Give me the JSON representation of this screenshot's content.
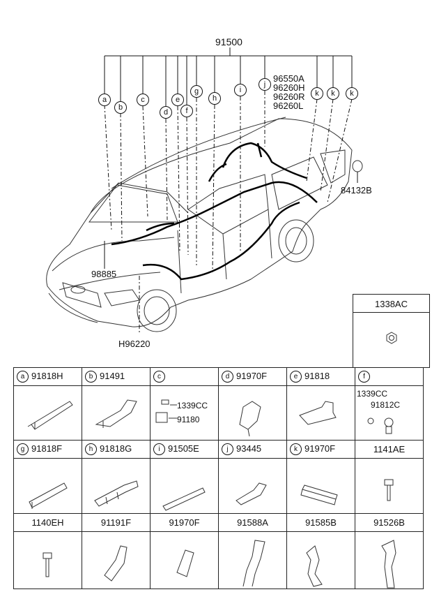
{
  "main_part": "91500",
  "callouts": [
    "a",
    "b",
    "c",
    "d",
    "e",
    "f",
    "g",
    "h",
    "i",
    "j",
    "k",
    "k",
    "k"
  ],
  "right_stack": [
    "96550A",
    "96260H",
    "96260R",
    "96260L"
  ],
  "labels": {
    "p84132b": "84132B",
    "p98885": "98885",
    "h96220": "H96220",
    "p1338ac": "1338AC"
  },
  "table": {
    "row1": [
      {
        "letter": "a",
        "part": "91818H"
      },
      {
        "letter": "b",
        "part": "91491"
      },
      {
        "letter": "c",
        "part": ""
      },
      {
        "letter": "d",
        "part": "91970F"
      },
      {
        "letter": "e",
        "part": "91818"
      },
      {
        "letter": "f",
        "part": ""
      }
    ],
    "row1_inner": {
      "c_top": "1339CC",
      "c_bottom": "91180",
      "f_top": "1339CC",
      "f_bottom": "91812C"
    },
    "row2": [
      {
        "letter": "g",
        "part": "91818F"
      },
      {
        "letter": "h",
        "part": "91818G"
      },
      {
        "letter": "i",
        "part": "91505E"
      },
      {
        "letter": "j",
        "part": "93445"
      },
      {
        "letter": "k",
        "part": "91970F"
      },
      {
        "letter": "",
        "part": "1141AE"
      }
    ],
    "row3": [
      "1140EH",
      "91191F",
      "91970F",
      "91588A",
      "91585B",
      "91526B"
    ]
  },
  "colors": {
    "line": "#111111",
    "background": "#ffffff"
  }
}
